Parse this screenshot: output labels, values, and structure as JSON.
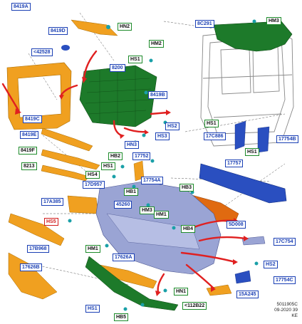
{
  "labels": {
    "l8419A": "8419A",
    "lHN2": "HN2",
    "l8419D": "8419D",
    "l42528": "<42528",
    "lHM2": "HM2",
    "lHS1a": "HS1",
    "l8200": "8200",
    "l8419B": "8419B",
    "l8C291": "8C291",
    "lHM3a": "HM3",
    "l8419C": "8419C",
    "lHS2a": "HS2",
    "l8419E": "8419E",
    "lHS3": "HS3",
    "lHN3": "HN3",
    "l8419F": "8419F",
    "lHB2": "HB2",
    "l17752": "17752",
    "lHS1b": "HS1",
    "lHS1c": "HS1",
    "l17C886": "17C886",
    "l17754B": "17754B",
    "lHS1d": "HS1",
    "l8213": "8213",
    "lHS4": "HS4",
    "l17D957": "17D957",
    "l17754A": "17754A",
    "l17757": "17757",
    "lHB1": "HB1",
    "lHB3": "HB3",
    "l17A385": "17A385",
    "l45260": "45260",
    "lHM3b": "HM3",
    "lHM1a": "HM1",
    "lHS5": "HS5",
    "l5D008": "5D008",
    "lHB4": "HB4",
    "l17B968": "17B968",
    "lHM1b": "HM1",
    "l17C754": "17C754",
    "l17626A": "17626A",
    "l17626B": "17626B",
    "lHS2b": "HS2",
    "l17754C": "17754C",
    "lHN1": "HN1",
    "l15A245": "15A245",
    "lHS1e": "HS1",
    "l112B22": "<112B22",
    "lHB5": "HB5"
  },
  "footer": {
    "code": "5011905C",
    "date": "09-2020 39",
    "initials": "KE"
  },
  "colors": {
    "orange": "#f0a020",
    "green": "#1d7a2a",
    "blue": "#2a4fc0",
    "lavender": "#9aa4d4",
    "red": "#e02020",
    "teal": "#1aa0a8"
  }
}
